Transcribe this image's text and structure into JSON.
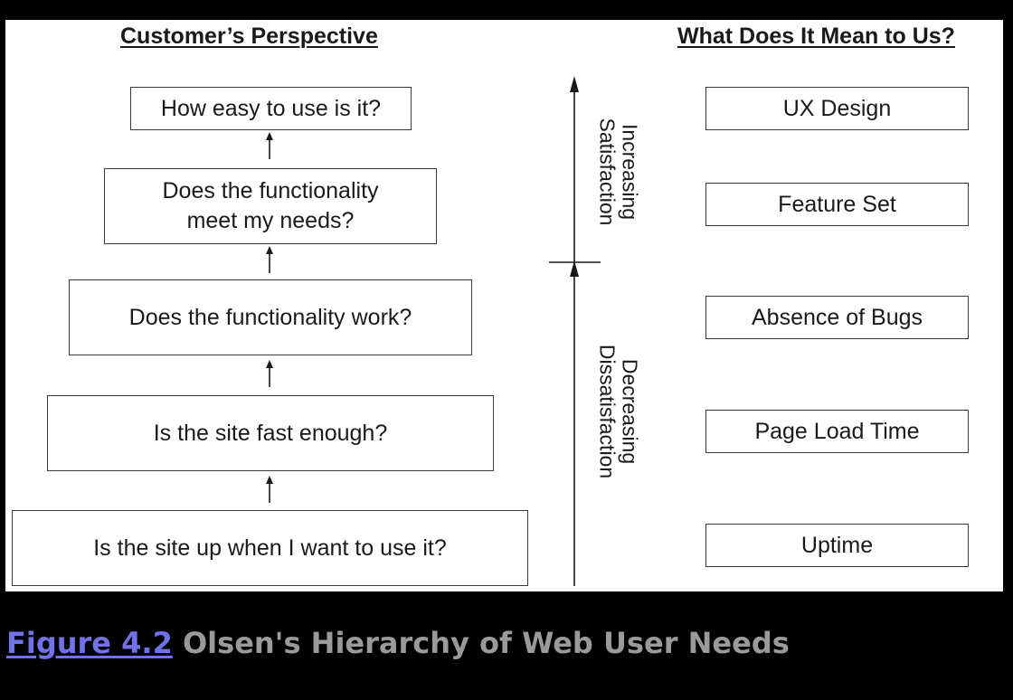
{
  "headings": {
    "left": "Customer’s Perspective",
    "right": "What Does It Mean to Us?"
  },
  "customer_levels": [
    {
      "line1": "How easy to use is it?",
      "line2": ""
    },
    {
      "line1": "Does the functionality",
      "line2": "meet my needs?"
    },
    {
      "line1": "Does the functionality work?",
      "line2": ""
    },
    {
      "line1": "Is the site fast enough?",
      "line2": ""
    },
    {
      "line1": "Is the site up when I want to use it?",
      "line2": ""
    }
  ],
  "meaning_levels": [
    "UX Design",
    "Feature Set",
    "Absence of Bugs",
    "Page Load Time",
    "Uptime"
  ],
  "axis": {
    "upper_label": {
      "line1": "Increasing",
      "line2": "Satisfaction"
    },
    "lower_label": {
      "line1": "Decreasing",
      "line2": "Dissatisfaction"
    }
  },
  "caption": {
    "link": "Figure 4.2",
    "title": "Olsen's Hierarchy of Web User Needs"
  },
  "colors": {
    "background": "#000000",
    "figure": "#ffffff",
    "ink": "#1a1a1a",
    "link": "#7272e8",
    "caption_text": "#9a9a9a"
  }
}
